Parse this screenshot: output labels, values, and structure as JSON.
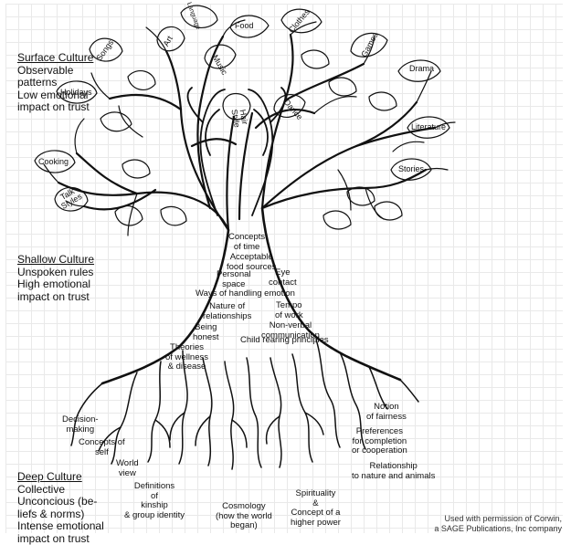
{
  "surface": {
    "title": "Surface Culture",
    "desc": "Observable\npatterns\nLow emotional\nimpact on trust",
    "leaves": [
      "Food",
      "Clothes",
      "Games",
      "Drama",
      "Literature",
      "Stories",
      "Dance",
      "Hair\nStyle",
      "Music",
      "Art",
      "Language",
      "Songs",
      "Holidays",
      "Cooking",
      "Talk\nStyles"
    ]
  },
  "shallow": {
    "title": "Shallow Culture",
    "desc": "Unspoken rules\nHigh emotional\nimpact on trust",
    "items": [
      "Concepts\nof time",
      "Acceptable\nfood sources",
      "Personal\nspace",
      "Eye\ncontact",
      "Ways of handling emotion",
      "Nature of\nrelationships",
      "Tempo\nof work",
      "Being\nhonest",
      "Non-verbal\ncommunication",
      "Child rearing principles",
      "Theories\nof wellness\n& disease"
    ]
  },
  "deep": {
    "title": "Deep Culture",
    "desc": "Collective\nUnconcious (be-\nliefs & norms)\nIntense emotional\nimpact on trust",
    "items": [
      "Decision-\nmaking",
      "Concepts of\nself",
      "World\nview",
      "Definitions\nof\nkinship\n& group identity",
      "Cosmology\n(how the world\nbegan)",
      "Spirituality\n&\nConcept of a\nhigher power",
      "Notion\nof fairness",
      "Preferences\nfor completion\nor cooperation",
      "Relationship\nto nature and animals"
    ]
  },
  "credit": "Used with permission of Corwin,\na SAGE Publications, Inc company"
}
